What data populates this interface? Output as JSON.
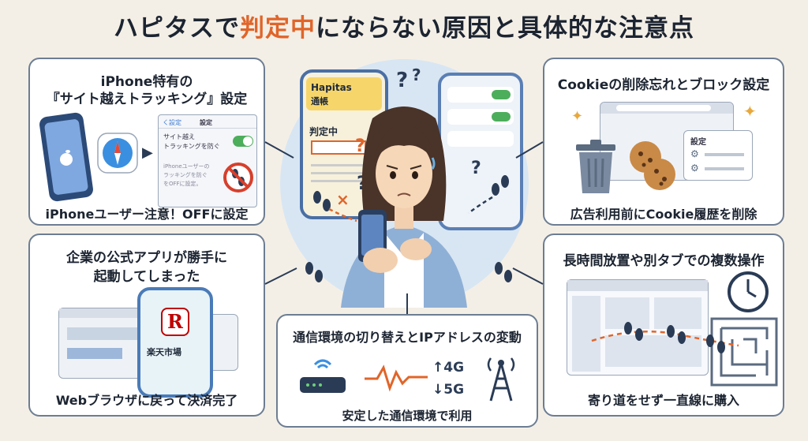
{
  "title": {
    "pre": "ハピタスで",
    "highlight": "判定中",
    "post": "にならない原因と具体的な注意点"
  },
  "colors": {
    "accent": "#e0652a",
    "panel_border": "#6c7d93",
    "blue": "#5a7fb5",
    "bg": "#f4efe6"
  },
  "panels": {
    "iphone": {
      "title_line1": "iPhone特有の",
      "title_line2": "『サイト越えトラッキング』設定",
      "settings_back": "く設定",
      "settings_title": "設定",
      "toggle_label_1": "サイト越え",
      "toggle_label_2": "トラッキングを防ぐ",
      "note_1": "iPhoneユーザーの",
      "note_2": "ラッキングを防ぐ",
      "note_3": "をOFFに設定。",
      "footer": "iPhoneユーザー注意！OFFに設定"
    },
    "cookie": {
      "title": "Cookieの削除忘れとブロック設定",
      "settings_label": "設定",
      "footer": "広告利用前にCookie履歴を削除"
    },
    "app": {
      "title_line1": "企業の公式アプリが勝手に",
      "title_line2": "起動してしまった",
      "app_label": "楽天市場",
      "footer": "Webブラウザに戻って決済完了"
    },
    "network": {
      "title": "通信環境の切り替えとIPアドレスの変動",
      "label_4g": "↑4G",
      "label_5g": "↓5G",
      "footer": "安定した通信環境で利用"
    },
    "tabs": {
      "title": "長時間放置や別タブでの複数操作",
      "footer": "寄り道をせず一直線に購入"
    }
  },
  "center": {
    "app_name": "Hapitas",
    "app_sub": "通帳",
    "status": "判定中",
    "question_marks": "?"
  },
  "icons": [
    "apple-icon",
    "safari-icon",
    "no-tracking-icon",
    "trash-icon",
    "cookie-icon",
    "gear-icon",
    "browser-icon",
    "rakuten-icon",
    "router-icon",
    "wave-icon",
    "tower-icon",
    "clock-icon",
    "maze-icon",
    "footprint-icon",
    "woman-with-phone-illustration"
  ]
}
